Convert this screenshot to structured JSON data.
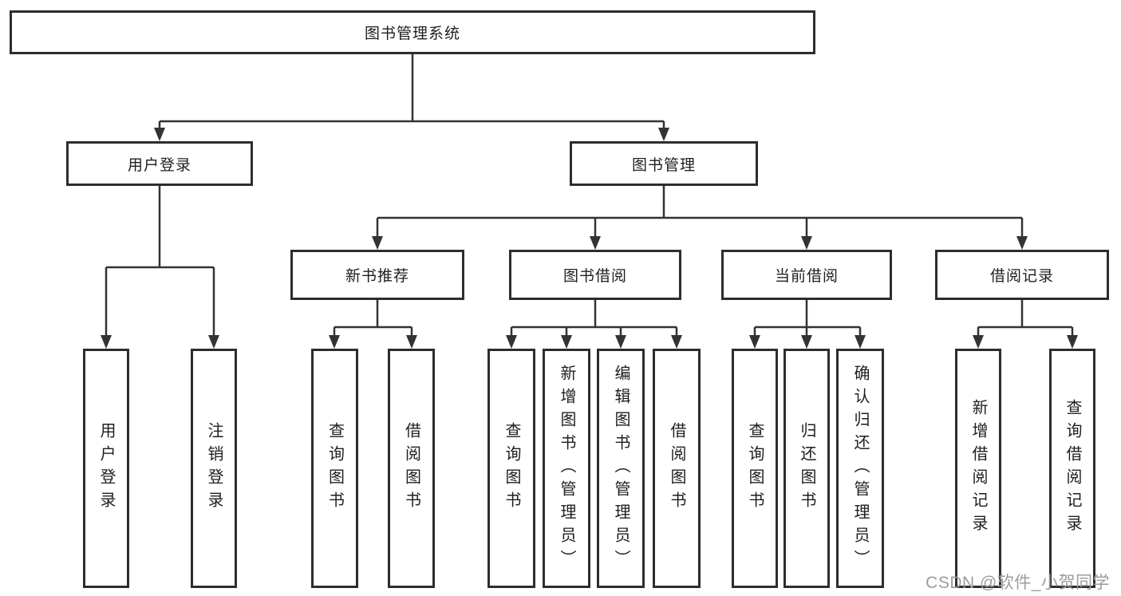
{
  "diagram": {
    "type": "hierarchy-tree",
    "nodes": {
      "root": {
        "label": "图书管理系统",
        "parent": null
      },
      "user_login": {
        "label": "用户登录",
        "parent": "root"
      },
      "book_mgmt": {
        "label": "图书管理",
        "parent": "root"
      },
      "ul_login": {
        "label": "用户登录",
        "parent": "user_login"
      },
      "ul_logout": {
        "label": "注销登录",
        "parent": "user_login"
      },
      "new_book_rec": {
        "label": "新书推荐",
        "parent": "book_mgmt"
      },
      "book_borrow": {
        "label": "图书借阅",
        "parent": "book_mgmt"
      },
      "cur_borrow": {
        "label": "当前借阅",
        "parent": "book_mgmt"
      },
      "borrow_rec": {
        "label": "借阅记录",
        "parent": "book_mgmt"
      },
      "nbr_query": {
        "label": "查询图书",
        "parent": "new_book_rec"
      },
      "nbr_borrow": {
        "label": "借阅图书",
        "parent": "new_book_rec"
      },
      "bb_query": {
        "label": "查询图书",
        "parent": "book_borrow"
      },
      "bb_add": {
        "label": "新增图书（管理员）",
        "parent": "book_borrow"
      },
      "bb_edit": {
        "label": "编辑图书（管理员）",
        "parent": "book_borrow"
      },
      "bb_borrow": {
        "label": "借阅图书",
        "parent": "book_borrow"
      },
      "cb_query": {
        "label": "查询图书",
        "parent": "cur_borrow"
      },
      "cb_return": {
        "label": "归还图书",
        "parent": "cur_borrow"
      },
      "cb_confirm": {
        "label": "确认归还（管理员）",
        "parent": "cur_borrow"
      },
      "br_add": {
        "label": "新增借阅记录",
        "parent": "borrow_rec"
      },
      "br_query": {
        "label": "查询借阅记录",
        "parent": "borrow_rec"
      }
    },
    "colors": {
      "line": "#333333",
      "box_border": "#2d2d2d",
      "text": "#1e1e1e",
      "background": "#ffffff",
      "watermark": "#9c9c9c"
    }
  },
  "watermark": {
    "text": "CSDN @软件_小贺同学"
  }
}
